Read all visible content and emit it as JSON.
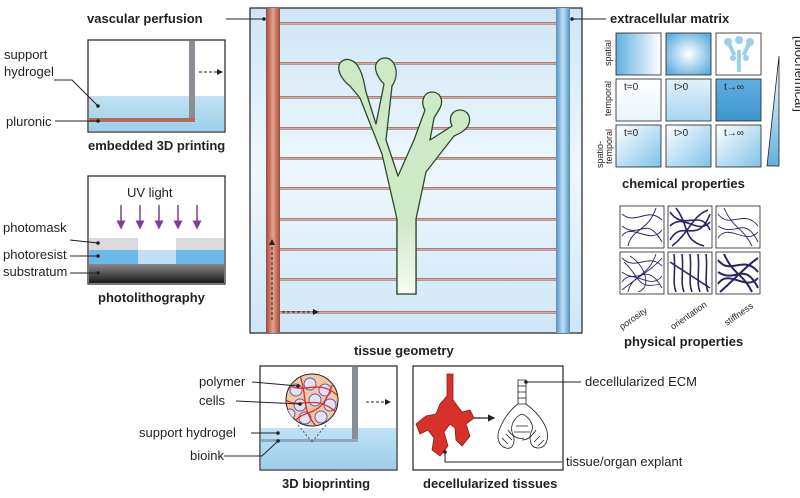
{
  "labels": {
    "vascular_perfusion": "vascular perfusion",
    "extracellular_matrix": "extracellular matrix",
    "support_hydrogel": [
      "support",
      "hydrogel"
    ],
    "pluronic": "pluronic",
    "embedded_3d_printing": "embedded 3D printing",
    "uv_light": "UV light",
    "photomask": "photomask",
    "photoresist": "photoresist",
    "substratum": "substratum",
    "photolithography": "photolithography",
    "tissue_geometry": "tissue geometry",
    "polymer": "polymer",
    "cells": "cells",
    "support_hydrogel_2": "support hydrogel",
    "bioink": "bioink",
    "bioprinting": "3D bioprinting",
    "decellularized_ecm": "decellularized ECM",
    "tissue_organ_explant": "tissue/organ explant",
    "decellularized_tissues": "decellularized tissues",
    "chemical_properties": "chemical properties",
    "physical_properties": "physical properties",
    "biochemical": "[biochemical]"
  },
  "chemical_rows": [
    "spatial",
    "temporal",
    "spatio-temporal"
  ],
  "time_labels": [
    "t=0",
    "t>0",
    "t→∞"
  ],
  "physical_axes": [
    "porosity",
    "orientation",
    "stiffness"
  ],
  "colors": {
    "vessel_red": "#c8735f",
    "vessel_blue": "#6aa8d8",
    "hydrogel_blue": "#a9d6ee",
    "tissue_green": "#cde9c6",
    "tissue_outline": "#2e4a2a",
    "uv_purple": "#7b3f99",
    "explant_red": "#d6322b"
  },
  "icons": [
    "arrow-right-icon",
    "arrow-up-icon",
    "uv-arrow-icon"
  ]
}
